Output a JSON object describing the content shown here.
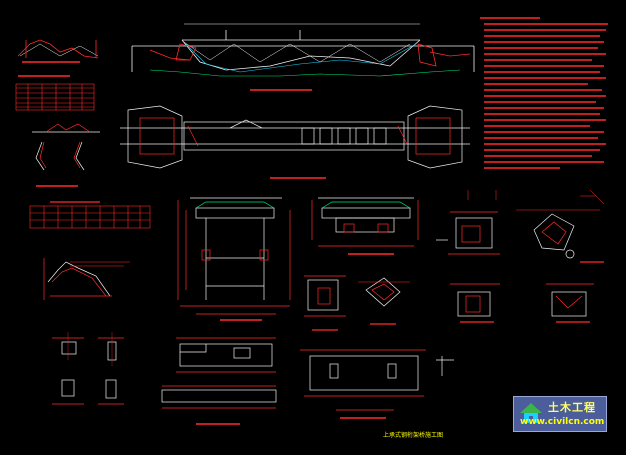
{
  "drawing": {
    "background": "#000000",
    "colors": {
      "line_red": "#ff2a2a",
      "line_white": "#f2f2f2",
      "line_green": "#00e676",
      "line_cyan": "#19d0ff",
      "line_yellow": "#ffff00",
      "line_magenta": "#ff40ff",
      "line_blue": "#3f6bff"
    }
  },
  "footer": {
    "title_text": "上承式钢桁架桥施工图"
  },
  "watermark": {
    "brand_text": "土木工程",
    "url_text": "www.civilcn.com",
    "icon": "house-icon",
    "colors": {
      "panel": "#4b5d9a",
      "text": "#ffff00",
      "house_roof": "#39b54a"
    }
  }
}
